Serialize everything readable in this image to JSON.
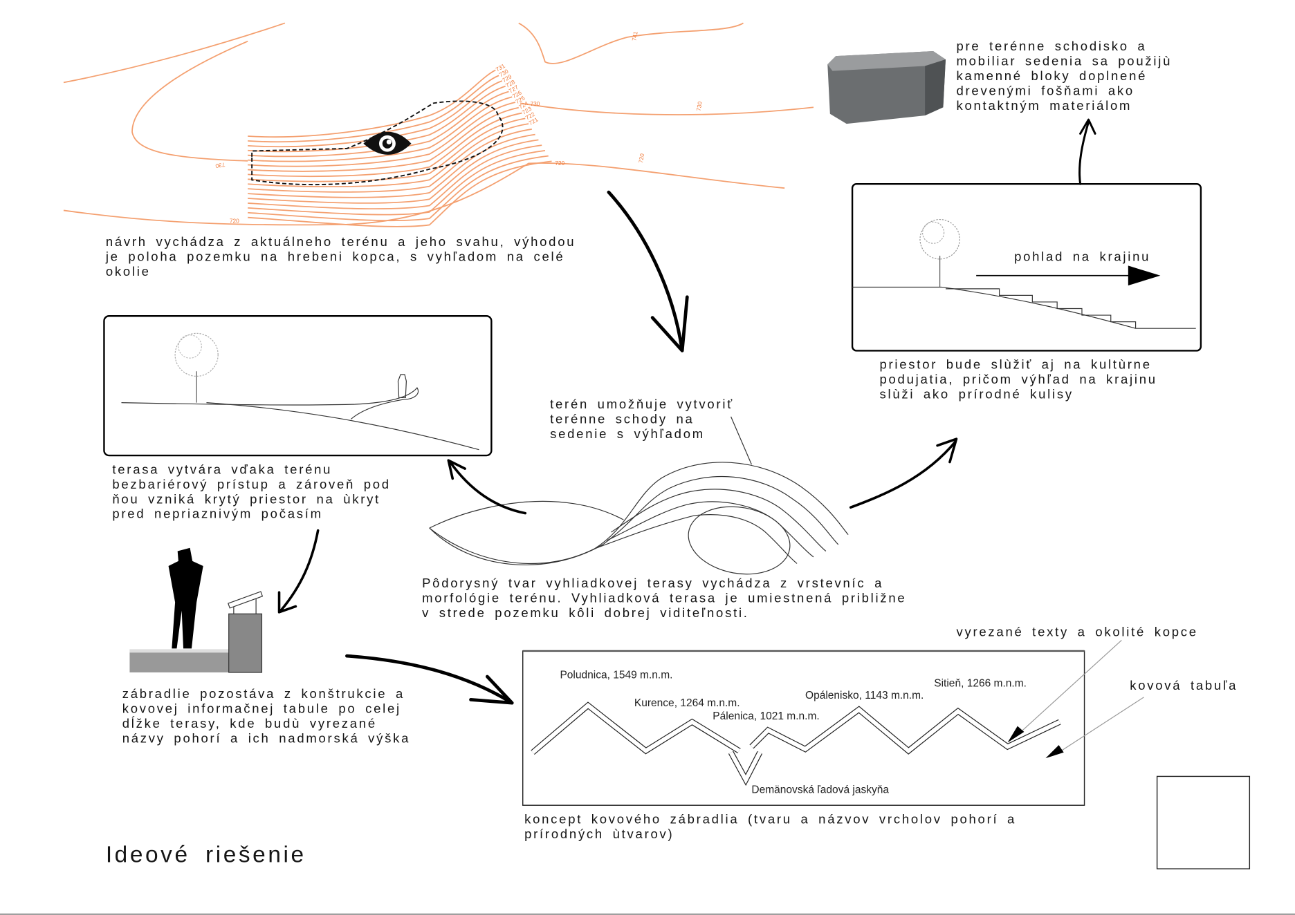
{
  "sheet": {
    "title": "Ideové riešenie",
    "accent_color": "#f4a070"
  },
  "contour_map": {
    "labels": [
      "741",
      "730",
      "730",
      "720",
      "720",
      "730",
      "720",
      "731",
      "730",
      "729",
      "728",
      "727",
      "726",
      "725",
      "724",
      "723",
      "722",
      "721"
    ],
    "caption": [
      "návrh vychádza z aktuálneho terénu a jeho svahu, výhodou",
      "je poloha pozemku na hrebeni kopca, s vyhľadom na celé",
      "okolie"
    ]
  },
  "stone": {
    "caption": [
      "pre terénne schodisko a",
      "mobiliar sedenia sa použijù",
      "kamenné bloky doplnené",
      "drevenými fošňami ako",
      "kontaktným materiálom"
    ]
  },
  "view_section": {
    "label": "pohlad na krajinu",
    "caption": [
      "priestor bude slùžiť aj na kultùrne",
      "podujatia, pričom výhľad na krajinu",
      "slùži ako prírodné kulisy"
    ]
  },
  "terrace_section": {
    "caption": [
      "terasa vytvára vďaka terénu",
      "bezbariérový prístup a zároveň pod",
      "ňou vzniká krytý priestor na ùkryt",
      "pred nepriaznivým počasím"
    ]
  },
  "plan_shape": {
    "steps_note": [
      "terén umožňuje vytvoriť",
      "terénne schody na",
      "sedenie s výhľadom"
    ],
    "caption": [
      "Pôdorysný tvar vyhliadkovej terasy vychádza z vrstevníc a",
      "morfológie terénu. Vyhliadková terasa je umiestnená približne",
      "v strede pozemku kôli dobrej viditeľnosti."
    ]
  },
  "railing_section": {
    "caption": [
      "zábradlie pozostáva z konštrukcie a",
      "kovovej informačnej tabule po celej",
      "dĺžke terasy, kde budù vyrezané",
      "názvy pohorí a ich nadmorská výška"
    ]
  },
  "railing_concept": {
    "peaks": [
      "Poludnica, 1549 m.n.m.",
      "Kurence, 1264 m.n.m.",
      "Pálenica, 1021 m.n.m.",
      "Opálenisko, 1143 m.n.m.",
      "Sitieň, 1266 m.n.m.",
      "Demänovská ľadová jaskyňa"
    ],
    "note_texts": "vyrezané texty a okolité kopce",
    "note_plate": "kovová tabuľa",
    "caption": [
      "koncept kovového zábradlia (tvaru a názvov vrcholov pohorí a",
      "prírodných ùtvarov)"
    ]
  }
}
